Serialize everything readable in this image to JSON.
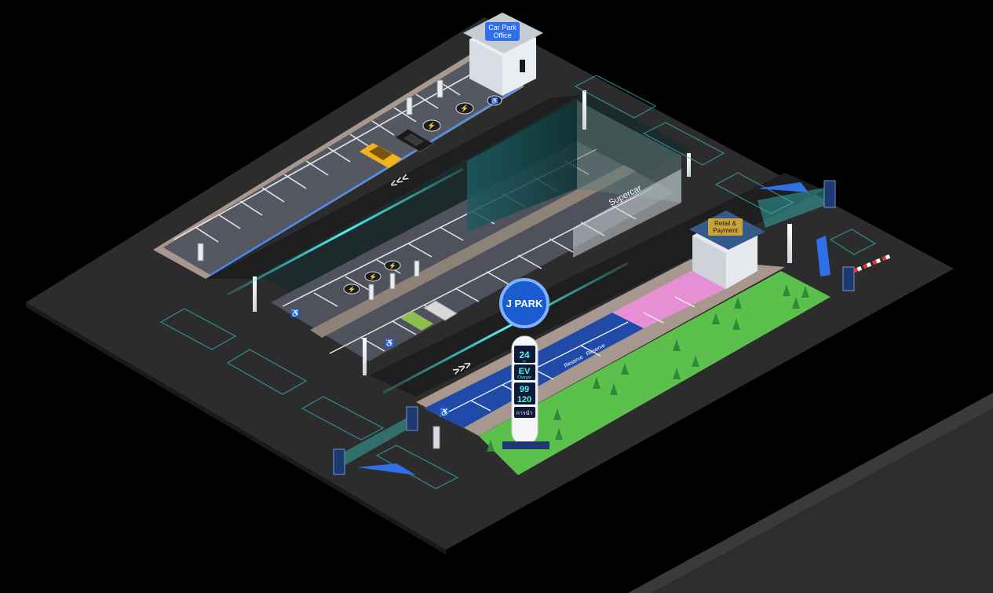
{
  "buildings": {
    "office_label_line1": "Car Park",
    "office_label_line2": "Office",
    "retail_label_line1": "Retail &",
    "retail_label_line2": "Payment"
  },
  "sign": {
    "brand": "J PARK",
    "hours": "24",
    "hours_sub": "hr",
    "ev_label": "EV",
    "ev_sub": "Charger",
    "price_1": "99",
    "price_2": "120",
    "thai_label": "การนำ"
  },
  "zones": {
    "supercar_label": "Supercar",
    "reserve_label_1": "Reserve",
    "reserve_label_2": "Reserve"
  },
  "markings": {
    "arrows_left": "<<<",
    "arrows_right": ">>>"
  },
  "colors": {
    "background": "#000000",
    "ground": "#2a2a2a",
    "lot_surface": "#4a4d57",
    "accent_cyan": "#38d4e0",
    "accent_blue": "#2f6fe8",
    "grass": "#5cc04c",
    "reserve_pink": "#e68fd5",
    "ev_blue": "#1f4aa8",
    "car_yellow": "#f2b21b",
    "car_black": "#1a1a1a",
    "car_green": "#8fbf4a"
  }
}
